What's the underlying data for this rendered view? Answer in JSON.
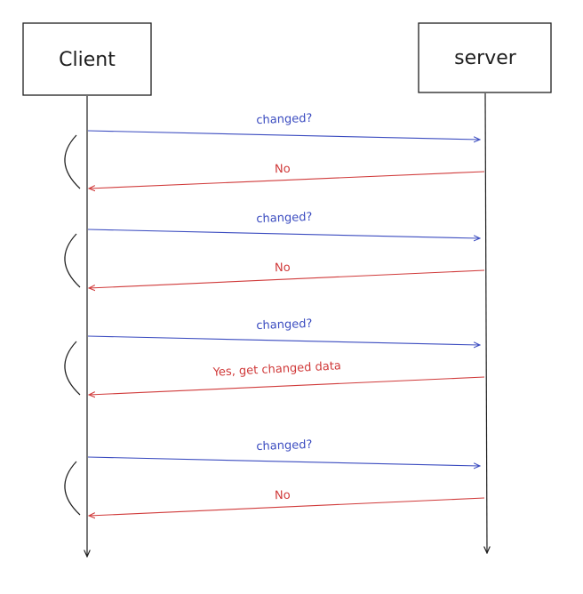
{
  "participants": {
    "client": {
      "label": "Client"
    },
    "server": {
      "label": "server"
    }
  },
  "colors": {
    "request": "#3b4cc0",
    "response": "#d03a3a",
    "line": "#1e1e1e"
  },
  "messages": [
    {
      "label": "changed?",
      "kind": "request"
    },
    {
      "label": "No",
      "kind": "response"
    },
    {
      "label": "changed?",
      "kind": "request"
    },
    {
      "label": "No",
      "kind": "response"
    },
    {
      "label": "changed?",
      "kind": "request"
    },
    {
      "label": "Yes, get changed data",
      "kind": "response"
    },
    {
      "label": "changed?",
      "kind": "request"
    },
    {
      "label": "No",
      "kind": "response"
    }
  ]
}
